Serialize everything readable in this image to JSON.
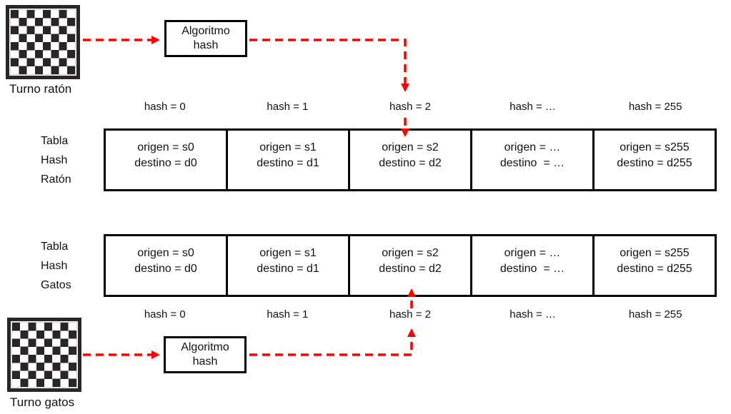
{
  "diagram": {
    "arrow_color": "#ff0000",
    "mouse_flow": {
      "board_label": "Turno ratón",
      "algo_line1": "Algoritmo",
      "algo_line2": "hash"
    },
    "cat_flow": {
      "board_label": "Turno gatos",
      "algo_line1": "Algoritmo",
      "algo_line2": "hash"
    },
    "hash_labels": [
      "hash = 0",
      "hash = 1",
      "hash = 2",
      "hash = …",
      "hash = 255"
    ],
    "mouse_table": {
      "label_line1": "Tabla",
      "label_line2": "Hash",
      "label_line3": "Ratón"
    },
    "cat_table": {
      "label_line1": "Tabla",
      "label_line2": "Hash",
      "label_line3": "Gatos"
    },
    "cells": [
      {
        "line1": "origen = s0",
        "line2": "destino = d0"
      },
      {
        "line1": "origen = s1",
        "line2": "destino = d1"
      },
      {
        "line1": "origen = s2",
        "line2": "destino = d2"
      },
      {
        "line1": "origen = …",
        "line2": "destino  = …"
      },
      {
        "line1": "origen = s255",
        "line2": "destino = d255"
      }
    ]
  }
}
